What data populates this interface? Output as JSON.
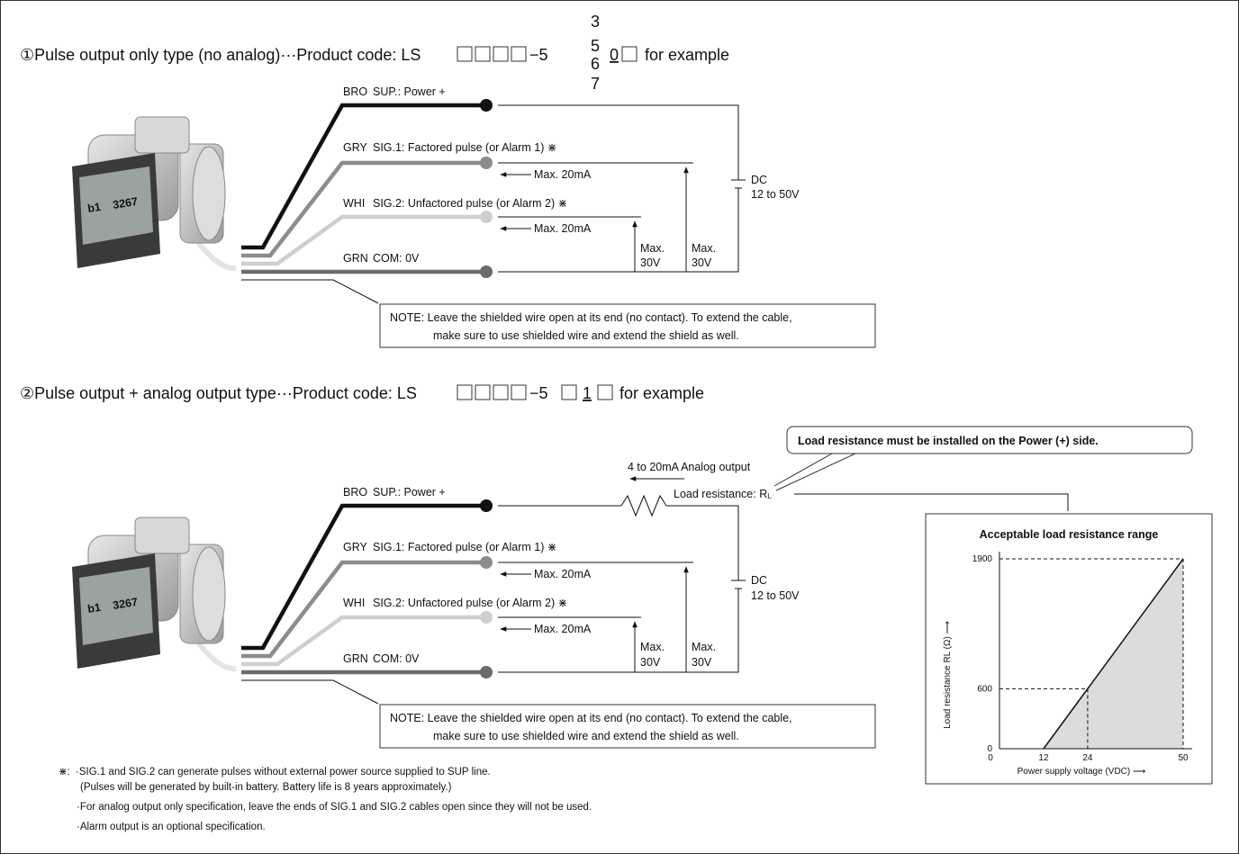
{
  "section1": {
    "heading_prefix": "①Pulse output only type (no analog)···Product code: LS",
    "heading_dash": "−5",
    "stack_top": "3",
    "stack_values": [
      "5",
      "6"
    ],
    "stack_bottom": "7",
    "heading_code": "0",
    "heading_suffix": "for example",
    "wires": {
      "bro": {
        "color": "BRO",
        "label": "SUP.: Power +"
      },
      "gry": {
        "color": "GRY",
        "label": "SIG.1: Factored pulse (or Alarm 1) ⋇"
      },
      "whi": {
        "color": "WHI",
        "label": "SIG.2: Unfactored pulse (or Alarm 2) ⋇"
      },
      "grn": {
        "color": "GRN",
        "label": "COM: 0V"
      }
    },
    "max_current_1": "Max. 20mA",
    "max_current_2": "Max. 20mA",
    "max_voltage": "Max.",
    "max_voltage_val": "30V",
    "dc_label": "DC",
    "dc_range": "12 to 50V",
    "note_line1": "NOTE: Leave the shielded wire open at its end (no contact). To extend the cable,",
    "note_line2": "make sure to use shielded wire and extend the shield as well."
  },
  "section2": {
    "heading_prefix": "②Pulse output + analog output type···Product code: LS",
    "heading_dash": "−5",
    "heading_code": "1",
    "heading_suffix": "for example",
    "callout": "Load resistance must be installed on the Power (+) side.",
    "analog_output": "4 to 20mA Analog output",
    "load_resistance": "Load resistance: R",
    "load_resistance_sub": "L",
    "wires": {
      "bro": {
        "color": "BRO",
        "label": "SUP.: Power +"
      },
      "gry": {
        "color": "GRY",
        "label": "SIG.1: Factored pulse (or Alarm 1) ⋇"
      },
      "whi": {
        "color": "WHI",
        "label": "SIG.2: Unfactored pulse (or Alarm 2) ⋇"
      },
      "grn": {
        "color": "GRN",
        "label": "COM: 0V"
      }
    },
    "max_current_1": "Max. 20mA",
    "max_current_2": "Max. 20mA",
    "max_voltage": "Max.",
    "max_voltage_val": "30V",
    "dc_label": "DC",
    "dc_range": "12 to 50V",
    "note_line1": "NOTE: Leave the shielded wire open at its end (no contact). To extend the cable,",
    "note_line2": "make sure to use shielded wire and extend the shield as well."
  },
  "footnotes": {
    "mark": "⋇:",
    "line1": "·SIG.1 and SIG.2 can generate pulses without external power source supplied to SUP line.",
    "line2": "(Pulses will be generated by built-in battery. Battery life is 8 years approximately.)",
    "line3": "·For analog output only specification, leave the ends of SIG.1 and SIG.2 cables open since they will not be used.",
    "line4": "·Alarm output is an optional specification."
  },
  "device": {
    "display_left": "b1",
    "display_right": "3267"
  },
  "chart_data": {
    "type": "area",
    "title": "Acceptable load resistance range",
    "xlabel": "Power supply voltage (VDC)",
    "ylabel": "Load resistance RL (Ω)",
    "x": [
      12,
      24,
      50
    ],
    "values": [
      0,
      600,
      1900
    ],
    "xlim": [
      0,
      50
    ],
    "ylim": [
      0,
      1900
    ],
    "x_ticks": [
      "0",
      "12",
      "24",
      "50"
    ],
    "y_ticks": [
      "0",
      "600",
      "1900"
    ],
    "grid": false
  },
  "colors": {
    "bro": "#111111",
    "gry": "#8c8c8c",
    "whi": "#cfcfcf",
    "grn": "#6b6b6b",
    "shade": "#dcdcdc"
  }
}
